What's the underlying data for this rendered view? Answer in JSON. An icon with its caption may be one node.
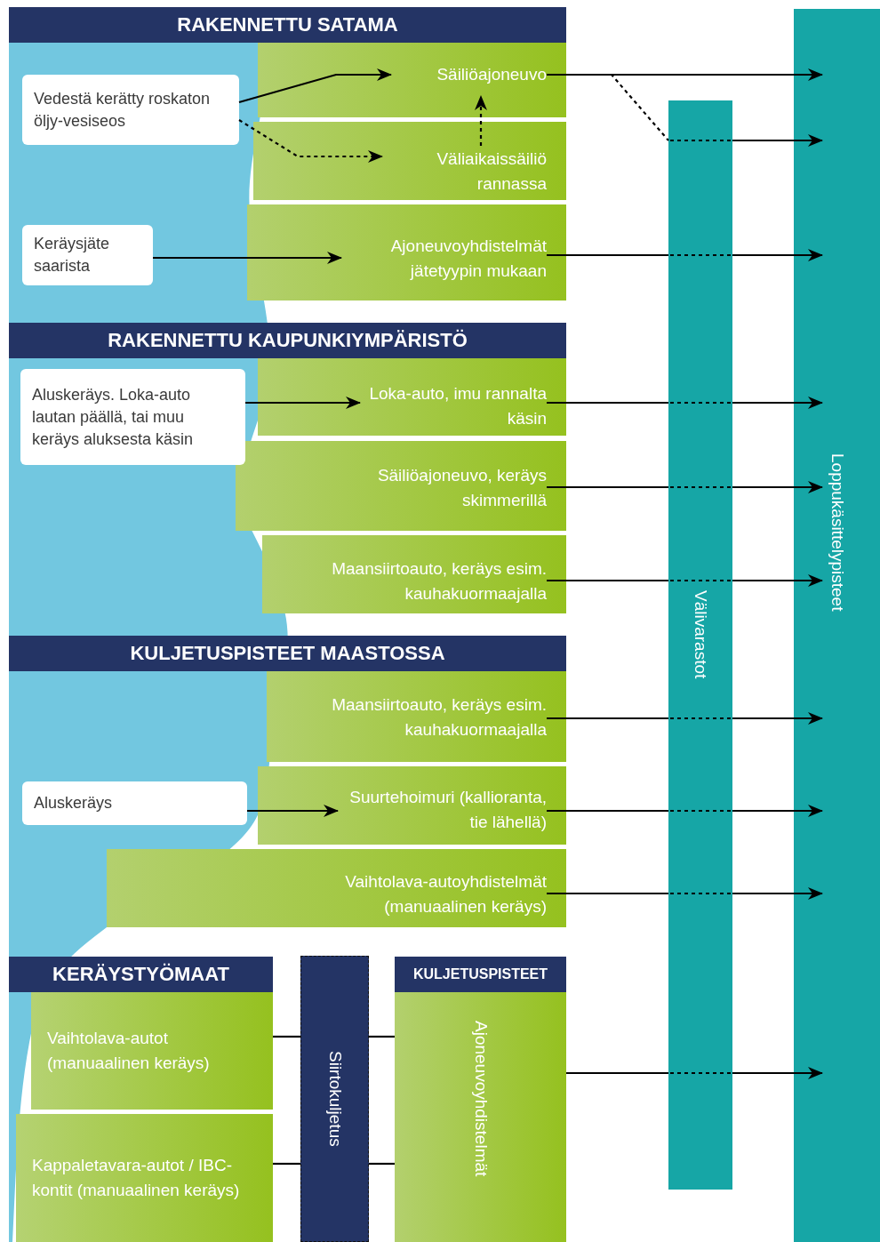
{
  "diagram": {
    "nodes": [
      {
        "text": [
          "RAKENNETTU SATAMA"
        ]
      },
      {
        "text": [
          "Vedestä kerätty roskaton öljy-vesiseos"
        ]
      },
      {
        "text": [
          "Säiliöajoneuvo"
        ]
      },
      {
        "text": [
          "Väliaikaissäiliö rannassa"
        ]
      },
      {
        "text": [
          "Keräysjäte saarista"
        ]
      },
      {
        "text": [
          "Ajoneuvoyhdistelmät jätetyypin mukaan"
        ]
      },
      {
        "text": [
          "RAKENNETTU KAUPUNKIYMPÄRISTÖ"
        ]
      },
      {
        "text": [
          "Aluskeräys. Loka-auto lautan päällä, tai muu keräys aluksesta käsin"
        ]
      },
      {
        "text": [
          "Loka-auto, imu rannalta käsin"
        ]
      },
      {
        "text": [
          "Säiliöajoneuvo, keräys skimmerillä"
        ]
      },
      {
        "text": [
          "Maansiirtoauto, keräys esim. kauhakuormaajalla"
        ]
      },
      {
        "text": [
          "KULJETUSPISTEET MAASTOSSA"
        ]
      },
      {
        "text": [
          "Maansiirtoauto, keräys esim. kauhakuormaajalla"
        ]
      },
      {
        "text": [
          "Aluskeräys"
        ]
      },
      {
        "text": [
          "Suurtehoimuri (kallioranta, tie lähellä)"
        ]
      },
      {
        "text": [
          "Vaihtolava-autoyhdistelmät (manuaalinen keräys)"
        ]
      },
      {
        "text": [
          "KERÄYSTYÖMAAT"
        ]
      },
      {
        "text": [
          "Vaihtolava-autot (manuaalinen keräys)"
        ]
      },
      {
        "text": [
          "Kappaletavara-autot / IBC-kontit (manuaalinen keräys)"
        ]
      },
      {
        "text": [
          "Siirtokuljetus"
        ]
      },
      {
        "text": [
          "KULJETUSPISTEET"
        ]
      },
      {
        "text": [
          "Ajoneuvoyhdistelmät"
        ]
      },
      {
        "text": [
          "Välivarastot"
        ]
      },
      {
        "text": [
          "Loppukäsittelypisteet"
        ]
      }
    ],
    "edges": [
      {
        "from": 1,
        "to": 2,
        "arrow": "to"
      },
      {
        "from": 1,
        "to": 3,
        "arrow": "to",
        "style": "dashed"
      },
      {
        "from": 3,
        "to": 2,
        "arrow": "to",
        "style": "dashed"
      },
      {
        "from": 4,
        "to": 5,
        "arrow": "to"
      },
      {
        "from": 2,
        "to": 23,
        "arrow": "to"
      },
      {
        "from": 2,
        "to": 22,
        "arrow": "none",
        "style": "dashed"
      },
      {
        "from": 22,
        "to": 23,
        "arrow": "to"
      },
      {
        "from": 5,
        "to": 22,
        "arrow": "none"
      },
      {
        "from": 7,
        "to": 8,
        "arrow": "to"
      },
      {
        "from": 8,
        "to": 22,
        "arrow": "none"
      },
      {
        "from": 9,
        "to": 22,
        "arrow": "none"
      },
      {
        "from": 10,
        "to": 22,
        "arrow": "none"
      },
      {
        "from": 12,
        "to": 22,
        "arrow": "none"
      },
      {
        "from": 13,
        "to": 14,
        "arrow": "to"
      },
      {
        "from": 14,
        "to": 22,
        "arrow": "none"
      },
      {
        "from": 15,
        "to": 22,
        "arrow": "none"
      },
      {
        "from": 17,
        "to": 19,
        "arrow": "none"
      },
      {
        "from": 18,
        "to": 19,
        "arrow": "none"
      },
      {
        "from": 19,
        "to": 21,
        "arrow": "none"
      },
      {
        "from": 19,
        "to": 21,
        "arrow": "none"
      },
      {
        "from": 21,
        "to": 22,
        "arrow": "none"
      },
      {
        "from": 22,
        "to": 23,
        "arrow": "to"
      },
      {
        "from": 22,
        "to": 23,
        "arrow": "to"
      },
      {
        "from": 22,
        "to": 23,
        "arrow": "to"
      },
      {
        "from": 22,
        "to": 23,
        "arrow": "to"
      },
      {
        "from": 22,
        "to": 23,
        "arrow": "to"
      },
      {
        "from": 22,
        "to": 23,
        "arrow": "to"
      },
      {
        "from": 22,
        "to": 23,
        "arrow": "to"
      },
      {
        "from": 22,
        "to": 23,
        "arrow": "to"
      }
    ]
  }
}
